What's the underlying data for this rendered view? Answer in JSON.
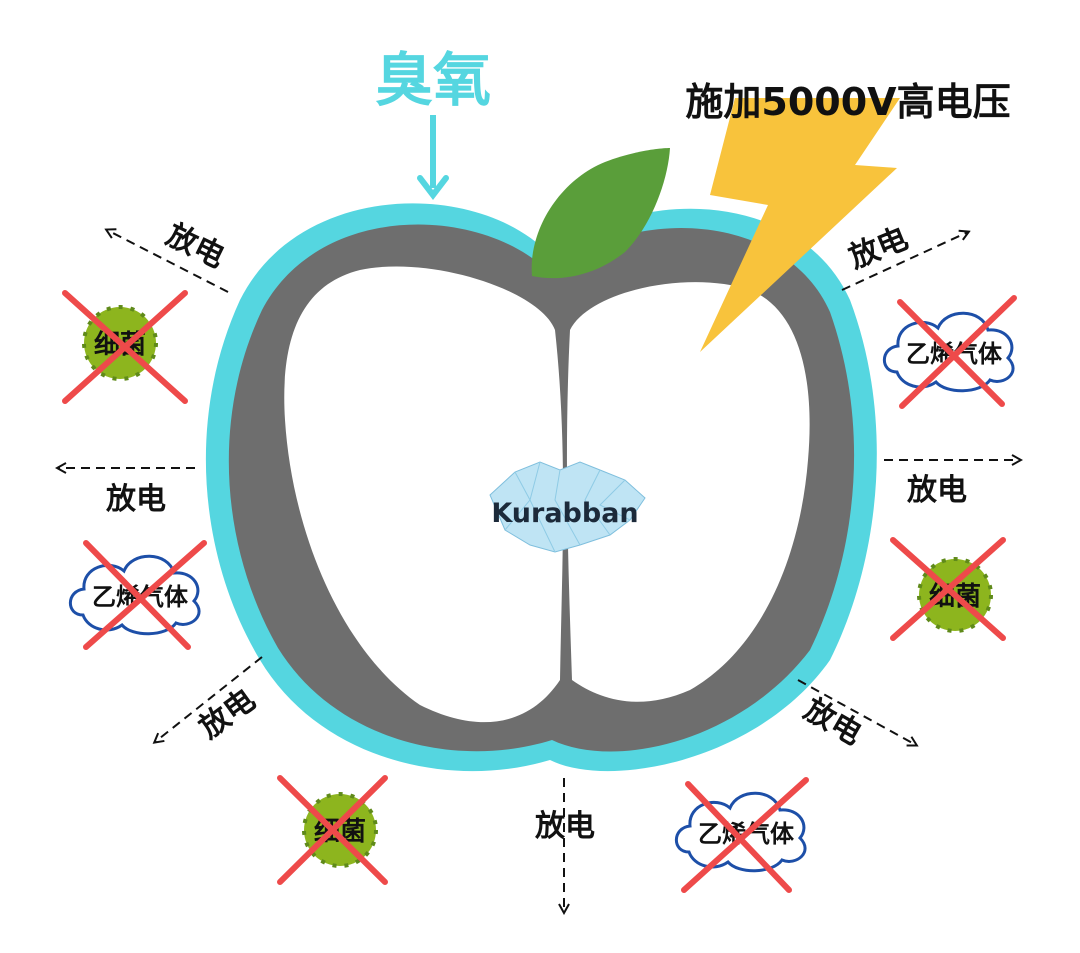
{
  "ozone_label": "臭氧",
  "voltage_label": "施加5000V高电压",
  "discharge_label": "放电",
  "bacteria_label": "细菌",
  "ethylene_label": "乙烯气体",
  "logo_text": "Kurabban",
  "colors": {
    "ozone": "#55d6e0",
    "ring": "#6e6e6e",
    "leaf": "#5a9e3a",
    "bolt": "#f8c33c",
    "bacteria": "#8db51e",
    "cross": "#ee4a4a",
    "cloud": "#1d4fa8"
  }
}
